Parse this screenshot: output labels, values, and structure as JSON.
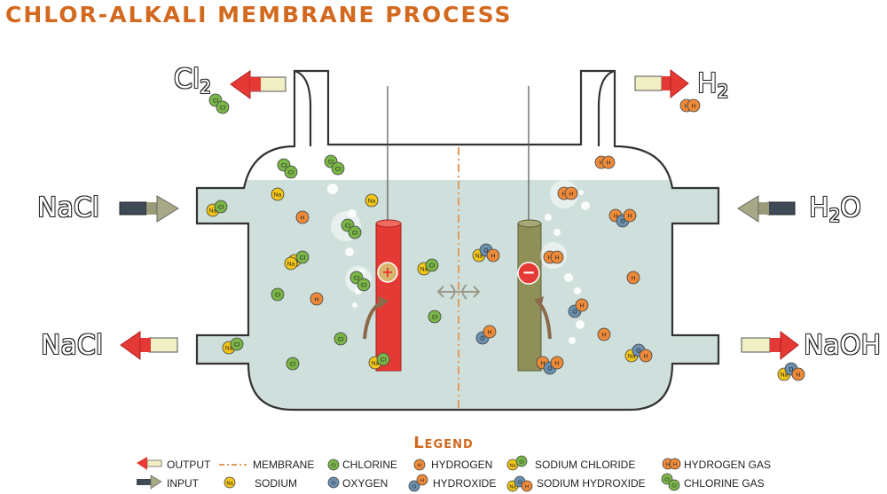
{
  "title": "CHLOR-ALKALI MEMBRANE PROCESS",
  "labels": {
    "cl2": {
      "main": "Cl",
      "sub": "2"
    },
    "h2": {
      "main": "H",
      "sub": "2"
    },
    "nacl_in": "NaCl",
    "h2o": {
      "main": "H",
      "sub": "2",
      "tail": "O"
    },
    "nacl_out": "NaCl",
    "naoh": "NaOH"
  },
  "legend": {
    "title": "Legend",
    "items": {
      "output": "OUTPUT",
      "input": "INPUT",
      "membrane": "MEMBRANE",
      "chlorine": "CHLORINE",
      "sodium": "SODIUM",
      "oxygen": "OXYGEN",
      "hydrogen": "HYDROGEN",
      "hydroxide": "HYDROXIDE",
      "sodium_chloride": "SODIUM CHLORIDE",
      "sodium_hydroxide": "SODIUM HYDROXIDE",
      "hydrogen_gas": "HYDROGEN GAS",
      "chlorine_gas": "CHLORINE GAS"
    }
  },
  "atom_glyphs": {
    "chlorine": "Cl",
    "sodium": "Na",
    "hydrogen": "H",
    "oxygen": "O"
  },
  "electrode_signs": {
    "anode": "+",
    "cathode": "−"
  },
  "colors": {
    "title": "#d2691e",
    "tank_fill": "#cfe0dc",
    "tank_outline": "#333333",
    "membrane": "#e39a5f",
    "anode": "#e53935",
    "cathode": "#8f8f58",
    "output_arrow": "#e53935",
    "input_arrow": "#9a9a7a",
    "chlorine": "#79b547",
    "sodium": "#f2c518",
    "hydrogen": "#ec8a3a",
    "oxygen": "#6a8fae"
  }
}
